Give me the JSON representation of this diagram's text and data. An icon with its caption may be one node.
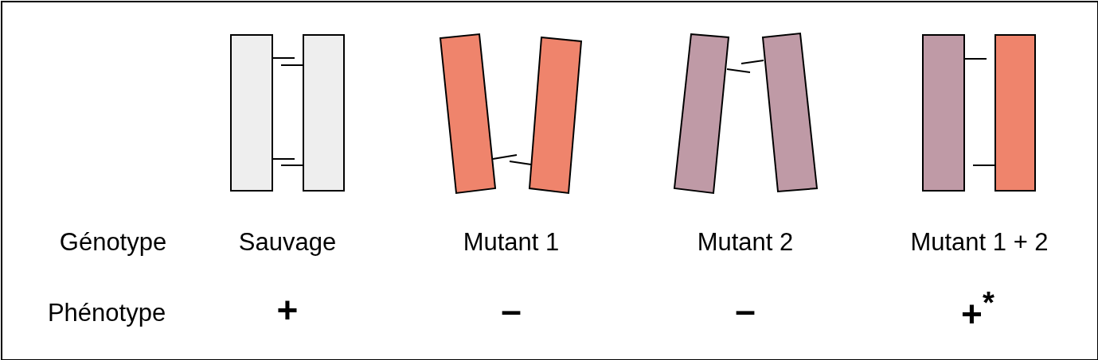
{
  "diagram": {
    "labels": [
      "Génotype",
      "Sauvage",
      "Mutant 1",
      "Mutant 2",
      "Mutant 1 + 2",
      "Phénotype",
      "+",
      "–",
      "–",
      "+$^{*}$"
    ]
  }
}
